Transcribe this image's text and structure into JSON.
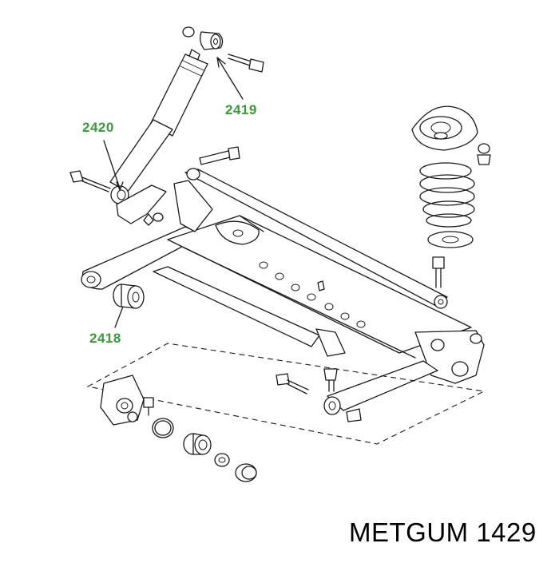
{
  "diagram": {
    "callouts": [
      {
        "id": "2420",
        "text": "2420"
      },
      {
        "id": "2419",
        "text": "2419"
      },
      {
        "id": "2418",
        "text": "2418"
      }
    ],
    "brand": "METGUM 1429",
    "colors": {
      "callout": "#3a9a3a",
      "lines": "#1a1a1a",
      "background": "#ffffff"
    }
  }
}
